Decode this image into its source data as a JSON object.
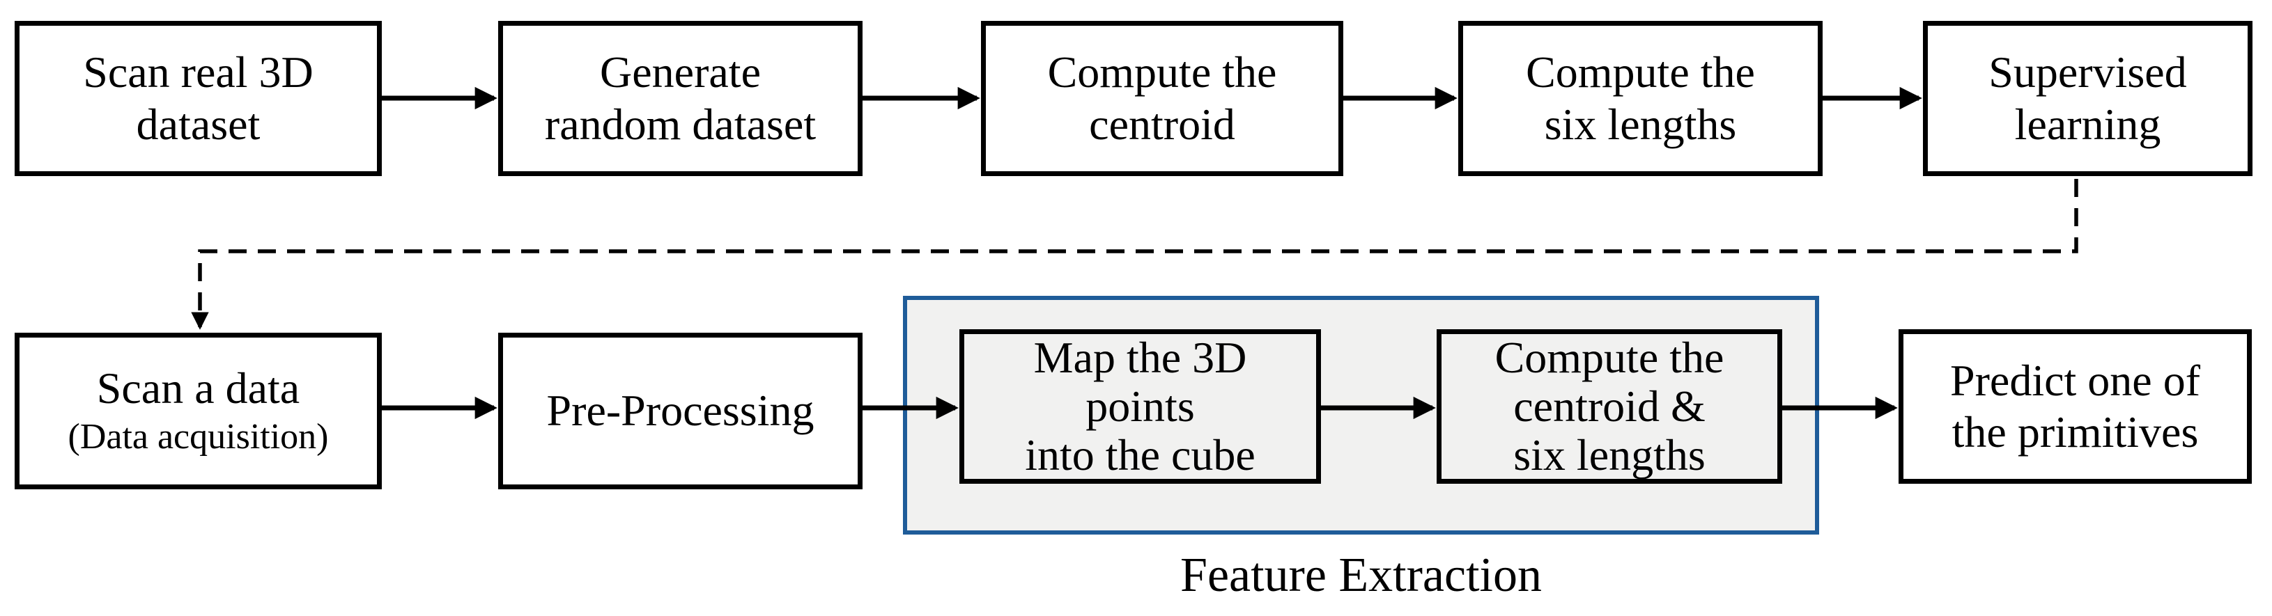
{
  "diagram": {
    "title": "3D primitive recognition pipeline flowchart",
    "colors": {
      "line": "#000000",
      "group_border": "#1F5C99",
      "group_fill": "#F1F1F0"
    },
    "top_row": [
      {
        "label": "Scan real 3D\ndataset"
      },
      {
        "label": "Generate\nrandom dataset"
      },
      {
        "label": "Compute the\ncentroid"
      },
      {
        "label": "Compute the\nsix lengths"
      },
      {
        "label": "Supervised\nlearning"
      }
    ],
    "bottom_row": [
      {
        "label": "Scan a data",
        "sublabel": "(Data acquisition)"
      },
      {
        "label": "Pre-Processing"
      },
      {
        "label": "Map the 3D\npoints\ninto the cube"
      },
      {
        "label": "Compute the\ncentroid &\nsix lengths"
      },
      {
        "label": "Predict one of\nthe primitives"
      }
    ],
    "group": {
      "label": "Feature Extraction"
    }
  }
}
